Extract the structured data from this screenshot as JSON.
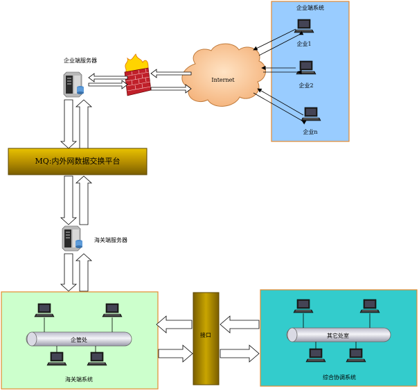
{
  "enterprise_system": {
    "title": "企业端系统",
    "clients": [
      "企业1",
      "企业2",
      "企业n"
    ],
    "bg_color": "#99CCFF",
    "border_color": "#E58A2E"
  },
  "enterprise_server": {
    "label": "企业端服务器"
  },
  "internet": {
    "label": "Internet",
    "color": "#FFCC99"
  },
  "firewall": {
    "brick_color": "#C0202A",
    "flame_color": "#FFD400"
  },
  "mq_platform": {
    "label": "MQ:内外网数据交换平台",
    "color": "#D8A800"
  },
  "customs_server": {
    "label": "海关端服务器"
  },
  "customs_system": {
    "title": "海关端系统",
    "bus_label": "企管处",
    "bg_color": "#CCFFCC",
    "border_color": "#E58A2E"
  },
  "interface": {
    "label": "接口",
    "color": "#B89600"
  },
  "coordination_system": {
    "title": "综合协调系统",
    "bus_label": "其它处室",
    "bg_color": "#33CCCC",
    "border_color": "#E58A2E"
  }
}
